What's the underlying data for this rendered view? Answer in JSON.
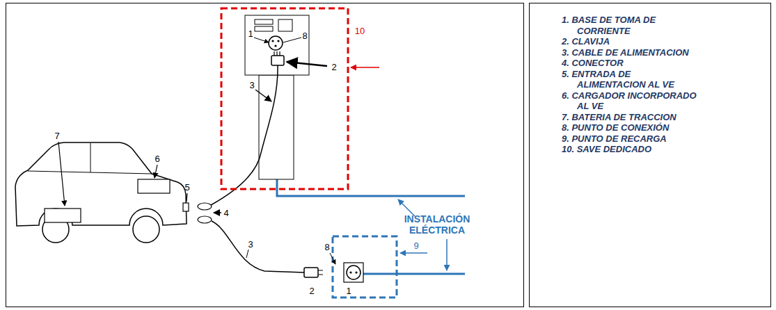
{
  "diagram": {
    "nodes": [
      {
        "text": [
          "1. BASE DE TOMA DE CORRIENTE",
          "2. CLAVIJA",
          "3. CABLE DE ALIMENTACION",
          "4. CONECTOR",
          "5. ENTRADA DE ALIMENTACION AL VE",
          "6. CARGADOR INCORPORADO AL VE",
          "7. BATERIA DE TRACCION",
          "8. PUNTO DE CONEXIÓN",
          "9. PUNTO DE RECARGA",
          "10. SAVE DEDICADO"
        ]
      }
    ],
    "labels": [
      "1",
      "8",
      "10",
      "2",
      "3",
      "7",
      "6",
      "5",
      "4",
      "INSTALACIÓN ELÉCTRICA",
      "3",
      "8",
      "9",
      "2",
      "1"
    ]
  }
}
